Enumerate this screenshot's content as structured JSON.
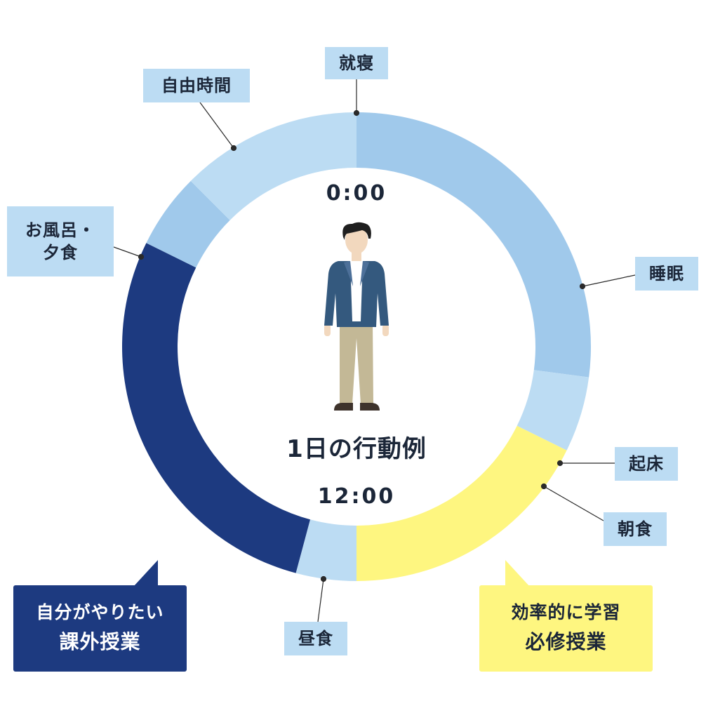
{
  "center": {
    "time_top": "0:00",
    "time_bottom": "12:00",
    "title": "1日の行動例"
  },
  "chart_data": {
    "type": "pie",
    "segments": [
      {
        "name": "睡眠",
        "start_hour": 0.0,
        "end_hour": 6.5,
        "color": "#a0c9eb"
      },
      {
        "name": "起床・朝食",
        "start_hour": 6.5,
        "end_hour": 7.75,
        "color": "#bcdcf3"
      },
      {
        "name": "必修授業",
        "start_hour": 7.75,
        "end_hour": 12.0,
        "color": "#fef680"
      },
      {
        "name": "昼食",
        "start_hour": 12.0,
        "end_hour": 13.0,
        "color": "#bcdcf3"
      },
      {
        "name": "課外授業",
        "start_hour": 13.0,
        "end_hour": 19.75,
        "color": "#1d3a80"
      },
      {
        "name": "お風呂・夕食",
        "start_hour": 19.75,
        "end_hour": 21.0,
        "color": "#a0c9eb"
      },
      {
        "name": "自由時間",
        "start_hour": 21.0,
        "end_hour": 24.0,
        "color": "#bcdcf3"
      }
    ]
  },
  "labels": {
    "shushin": "就寝",
    "jiyu": "自由時間",
    "ofuro_1": "お風呂・",
    "ofuro_2": "夕食",
    "suimin": "睡眠",
    "kisho": "起床",
    "choshoku": "朝食",
    "chushoku": "昼食"
  },
  "callouts": {
    "extra_1": "自分がやりたい",
    "extra_2": "課外授業",
    "required_1": "効率的に学習",
    "required_2": "必修授業"
  },
  "colors": {
    "sleep": "#a0c9eb",
    "light": "#bcdcf3",
    "navy": "#1d3a80",
    "yellow": "#fef680",
    "jacket": "#34597e",
    "pants": "#c3b896"
  }
}
